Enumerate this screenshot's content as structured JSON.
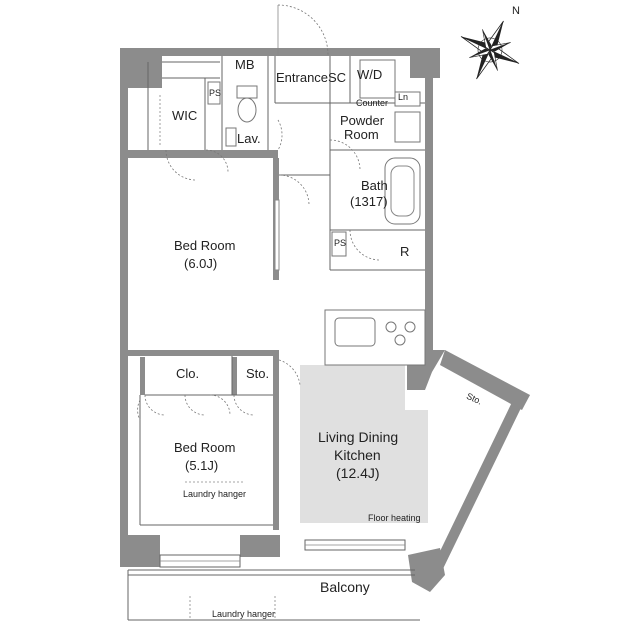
{
  "rooms": {
    "mb": "MB",
    "entrance": "Entrance",
    "sc": "SC",
    "wd": "W/D",
    "counter": "Counter",
    "ln": "Ln",
    "wic": "WIC",
    "ps_top": "PS",
    "lav": "Lav.",
    "powder_room_l1": "Powder",
    "powder_room_l2": "Room",
    "bath_l1": "Bath",
    "bath_l2": "(1317)",
    "ps_mid": "PS",
    "r": "R",
    "bedroom1_l1": "Bed Room",
    "bedroom1_l2": "(6.0J)",
    "clo": "Clo.",
    "sto1": "Sto.",
    "sto2": "Sto.",
    "bedroom2_l1": "Bed Room",
    "bedroom2_l2": "(5.1J)",
    "laundry_hanger_1": "Laundry hanger",
    "ldk_l1": "Living Dining",
    "ldk_l2": "Kitchen",
    "ldk_l3": "(12.4J)",
    "floor_heating": "Floor heating",
    "balcony": "Balcony",
    "laundry_hanger_2": "Laundry hanger"
  },
  "compass": {
    "north": "N"
  },
  "colors": {
    "wall": "#8c8c8c",
    "floor_heating": "#e0e0e0",
    "line": "#666666"
  }
}
